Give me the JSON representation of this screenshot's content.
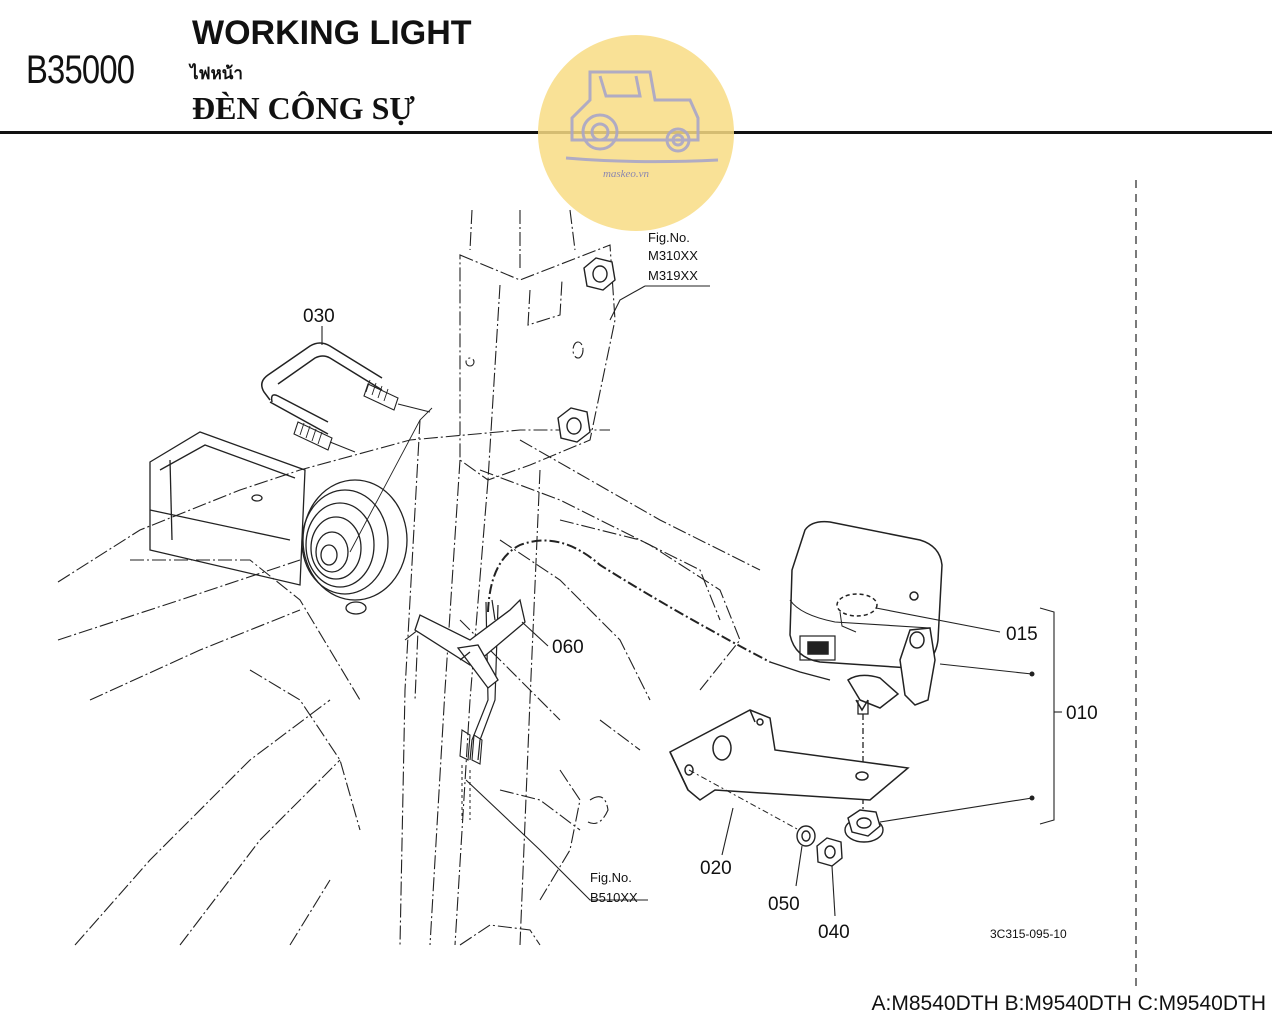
{
  "header": {
    "code": "B35000",
    "title_en": "WORKING LIGHT",
    "title_th": "ไฟหน้า",
    "title_vi": "ĐÈN CÔNG SỰ"
  },
  "watermark": {
    "text": "maskeo.vn",
    "color": "#f7dc80"
  },
  "callouts": {
    "p030": "030",
    "p015": "015",
    "p010": "010",
    "p060": "060",
    "p020": "020",
    "p050": "050",
    "p040": "040"
  },
  "refs": {
    "fig_label": "Fig.No.",
    "fig_top_1": "M310XX",
    "fig_top_2": "M319XX",
    "fig_bottom": "B510XX",
    "drawing_id": "3C315-095-10"
  },
  "footer": {
    "models": "A:M8540DTH B:M9540DTH C:M9540DTH"
  }
}
